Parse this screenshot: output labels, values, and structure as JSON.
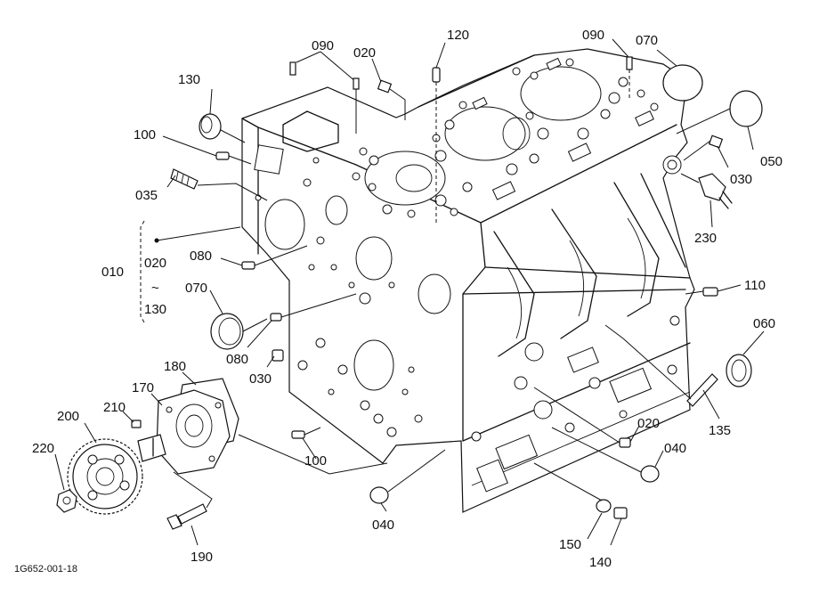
{
  "figure_code": "1G652-001-18",
  "group": {
    "label": "010",
    "range_start": "020",
    "range_sep": "~",
    "range_end": "130"
  },
  "callouts": [
    {
      "id": "c090a",
      "text": "090"
    },
    {
      "id": "c020a",
      "text": "020"
    },
    {
      "id": "c120",
      "text": "120"
    },
    {
      "id": "c090b",
      "text": "090"
    },
    {
      "id": "c070a",
      "text": "070"
    },
    {
      "id": "c130",
      "text": "130"
    },
    {
      "id": "c050",
      "text": "050"
    },
    {
      "id": "c100a",
      "text": "100"
    },
    {
      "id": "c030a",
      "text": "030"
    },
    {
      "id": "c035",
      "text": "035"
    },
    {
      "id": "c230",
      "text": "230"
    },
    {
      "id": "c080a",
      "text": "080"
    },
    {
      "id": "c070b",
      "text": "070"
    },
    {
      "id": "c110",
      "text": "110"
    },
    {
      "id": "c060",
      "text": "060"
    },
    {
      "id": "c080b",
      "text": "080"
    },
    {
      "id": "c180",
      "text": "180"
    },
    {
      "id": "c030b",
      "text": "030"
    },
    {
      "id": "c170",
      "text": "170"
    },
    {
      "id": "c210",
      "text": "210"
    },
    {
      "id": "c200",
      "text": "200"
    },
    {
      "id": "c135",
      "text": "135"
    },
    {
      "id": "c020b",
      "text": "020"
    },
    {
      "id": "c040a",
      "text": "040"
    },
    {
      "id": "c220",
      "text": "220"
    },
    {
      "id": "c100b",
      "text": "100"
    },
    {
      "id": "c040b",
      "text": "040"
    },
    {
      "id": "c150",
      "text": "150"
    },
    {
      "id": "c190",
      "text": "190"
    },
    {
      "id": "c140",
      "text": "140"
    }
  ]
}
